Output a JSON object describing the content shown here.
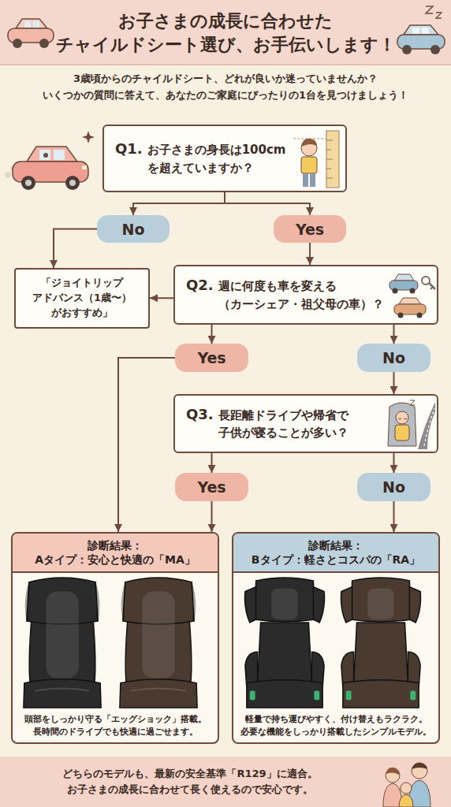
{
  "diagram": {
    "title": "お子さまの成長に合わせた チャイルドシート選び、お手伝いします！",
    "nodes": [
      {
        "text": [
          "Q1.",
          "お子さまの身長は100cm を超えていますか？"
        ]
      },
      {
        "text": [
          "No"
        ]
      },
      {
        "text": [
          "Yes"
        ]
      },
      {
        "text": [
          "「ジョイトリップ アドバンス（1歳〜） がおすすめ」"
        ]
      },
      {
        "text": [
          "Q2.",
          "週に何度も車を変える （カーシェア・祖父母の車）？"
        ]
      },
      {
        "text": [
          "Yes"
        ]
      },
      {
        "text": [
          "No"
        ]
      },
      {
        "text": [
          "Q3.",
          "長距離ドライブや帰省で 子供が寝ることが多い？"
        ]
      },
      {
        "text": [
          "Yes"
        ]
      },
      {
        "text": [
          "No"
        ]
      },
      {
        "text": [
          "診断結果：",
          "Aタイプ：安心と快適の「MA」",
          "頭部をしっかり守る「エッグショック」搭載。",
          "長時間のドライブでも快適に過ごせます。"
        ]
      },
      {
        "text": [
          "診断結果：",
          "Bタイプ：軽さとコスパの「RA」",
          "軽量で持ち運びやすく、付け替えもラクラク。",
          "必要な機能をしっかり搭載したシンプルモデル。"
        ]
      },
      {
        "text": [
          "どちらのモデルも、最新の安全基準「R129」に適合。",
          "お子さまの成長に合わせて長く使えるので安心です。"
        ]
      }
    ],
    "edges": [
      {
        "from": 0,
        "to": 1,
        "arrow": "to"
      },
      {
        "from": 0,
        "to": 2,
        "arrow": "to"
      },
      {
        "from": 1,
        "to": 3,
        "arrow": "to"
      },
      {
        "from": 2,
        "to": 4,
        "arrow": "to"
      },
      {
        "from": 4,
        "to": 3,
        "arrow": "to"
      },
      {
        "from": 4,
        "to": 5,
        "arrow": "to"
      },
      {
        "from": 4,
        "to": 6,
        "arrow": "to"
      },
      {
        "from": 5,
        "to": 10,
        "arrow": "to"
      },
      {
        "from": 6,
        "to": 7,
        "arrow": "to"
      },
      {
        "from": 7,
        "to": 8,
        "arrow": "to"
      },
      {
        "from": 7,
        "to": 9,
        "arrow": "to"
      },
      {
        "from": 8,
        "to": 10,
        "arrow": "to"
      },
      {
        "from": 9,
        "to": 11,
        "arrow": "to"
      }
    ],
    "labels": [
      "3歳頃からのチャイルドシート、どれが良いか迷っていませんか？",
      "いくつかの質問に答えて、あなたのご家庭にぴったりの1台を見つけましょう！"
    ]
  }
}
